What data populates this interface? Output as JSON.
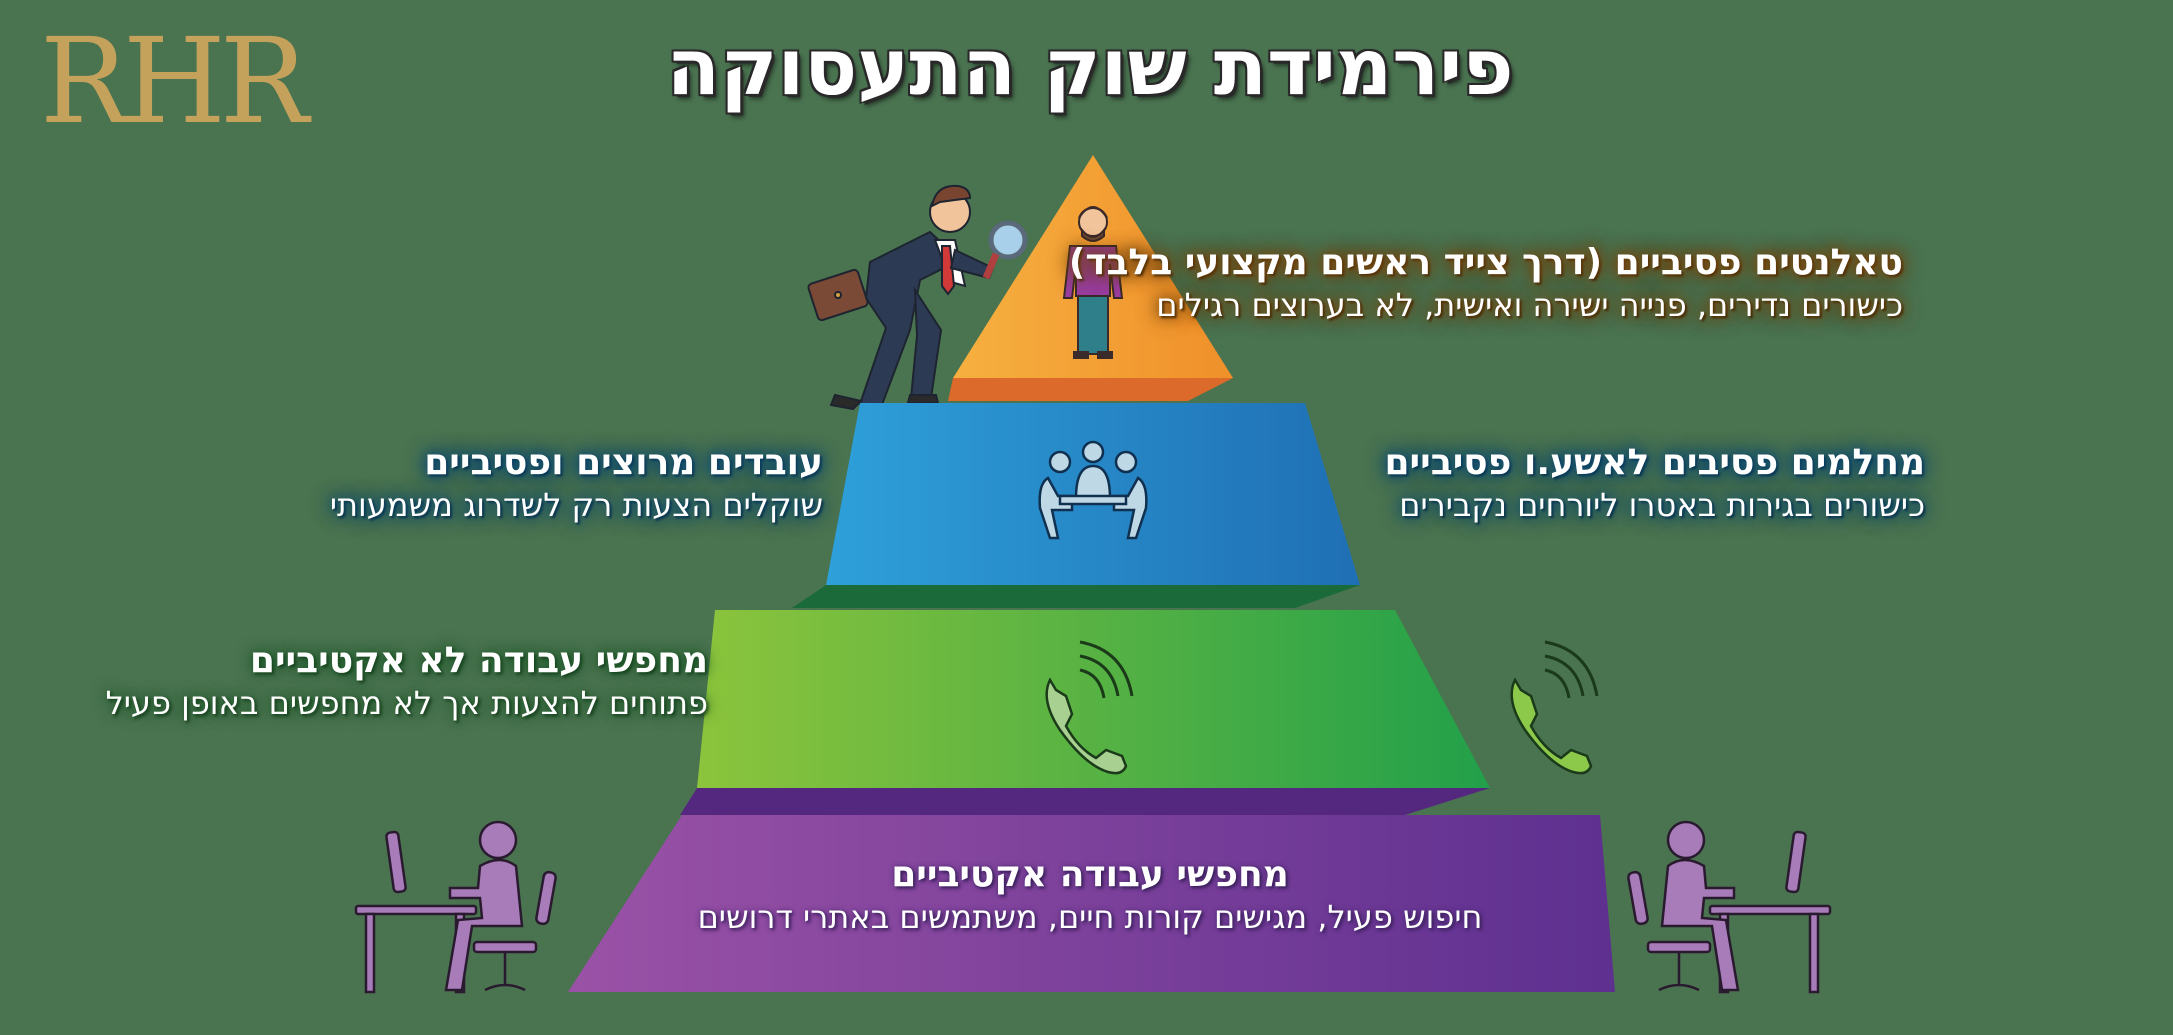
{
  "logo": {
    "text": "RHR",
    "color": "#c4a25c"
  },
  "title": "פירמידת שוק התעסוקה",
  "colors": {
    "background": "#4a7350",
    "tier1_orange": "#f2a030",
    "tier2_blue": "#2a8fd0",
    "tier3_green": "#6cb83c",
    "tier4_purple": "#7a3e9a"
  },
  "tiers": [
    {
      "id": "top",
      "icon": "standing-person-icon",
      "side_illustration": "recruiter-with-magnifying-glass",
      "label_right": {
        "heading": "טאלנטים פסיביים (דרך צייד ראשים מקצועי בלבד)",
        "sub": "כישורים נדירים, פנייה ישירה ואישית, לא בערוצים רגילים"
      }
    },
    {
      "id": "upper-middle",
      "icon": "meeting-people-icon",
      "label_left": {
        "heading": "עובדים מרוצים ופסיביים",
        "sub": "שוקלים הצעות רק לשדרוג משמעותי"
      },
      "label_right": {
        "heading": "מחלמים פסיבים לאשע.ו פסיביים",
        "sub": "כישורים בגירות באטרו ליורחים נקבירים"
      }
    },
    {
      "id": "lower-middle",
      "icon": "phone-ringing-icon",
      "side_icon": "phone-ringing-icon",
      "label_left": {
        "heading": "מחפשי עבודה לא אקטיביים",
        "sub": "פתוחים להצעות אך לא מחפשים באופן פעיל"
      }
    },
    {
      "id": "base",
      "side_icons": [
        "person-at-computer-icon",
        "person-at-computer-icon"
      ],
      "label_center": {
        "heading": "מחפשי עבודה אקטיביים",
        "sub": "חיפוש פעיל, מגישים קורות חיים, משתמשים באתרי דרושים"
      }
    }
  ]
}
